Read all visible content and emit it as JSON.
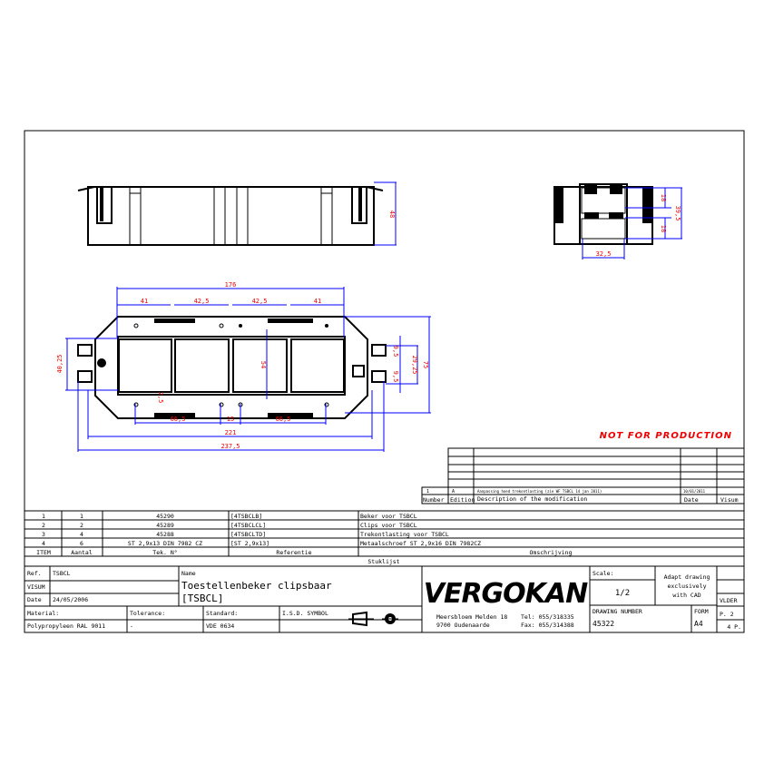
{
  "stamp": "NOT FOR PRODUCTION",
  "colors": {
    "dimension_line": "#0000ff",
    "dimension_text": "#ee0000",
    "stamp": "#ee0000",
    "outline": "#000000"
  },
  "dimensions": {
    "side_height": "48",
    "end_h1": "18",
    "end_h2": "18",
    "end_total": "39,5",
    "end_width": "32,5",
    "total_176": "176",
    "w41a": "41",
    "w42a": "42,5",
    "w42b": "42,5",
    "w41b": "41",
    "h54": "54",
    "h2_5": "2,5",
    "p66a": "66,5",
    "p15": "15",
    "p66b": "66,5",
    "l221": "221",
    "l237": "237,5",
    "left_h": "40,25",
    "r9a": "9,5",
    "r29": "29,25",
    "r9b": "9,5",
    "h75": "75"
  },
  "revisions": {
    "rows": [
      {
        "number": "1",
        "edition": "A",
        "description": "Aanpassing hoed trekontlasting (zie WF TSBCL 14 jan 2011)",
        "date": "10/01/2011",
        "visum": ""
      }
    ],
    "headers": {
      "number": "Number",
      "edition": "Edition",
      "description": "Description of the modification",
      "date": "Date",
      "visum": "Visum"
    }
  },
  "parts_list": {
    "rows": [
      {
        "item": "1",
        "aantal": "1",
        "tek": "45290",
        "referentie": "[4TSBCLB]",
        "omschrijving": "Beker voor TSBCL"
      },
      {
        "item": "2",
        "aantal": "2",
        "tek": "45289",
        "referentie": "[4TSBCLCL]",
        "omschrijving": "Clips voor TSBCL"
      },
      {
        "item": "3",
        "aantal": "4",
        "tek": "45288",
        "referentie": "[4TSBCLTD]",
        "omschrijving": "Trekontlasting voor TSBCL"
      },
      {
        "item": "4",
        "aantal": "6",
        "tek": "ST 2,9x13 DIN 7982 CZ",
        "referentie": "[ST 2,9x13]",
        "omschrijving": "Metaalschroef ST 2,9x16 DIN 7982CZ"
      }
    ],
    "headers": {
      "item": "ITEM",
      "aantal": "Aantal",
      "tek": "Tek. N°",
      "referentie": "Referentie",
      "omschrijving": "Omschrijving"
    },
    "caption": "Stuklijst"
  },
  "title_block": {
    "ref_label": "Ref.",
    "ref": "TSBCL",
    "visum_label": "VISUM",
    "date_label": "Date",
    "date": "24/05/2006",
    "name_label": "Name",
    "name_line1": "Toestellenbeker clipsbaar",
    "name_line2": "[TSBCL]",
    "material_label": "Material:",
    "material": "Polypropyleen RAL 9011",
    "tolerance_label": "Tolerance:",
    "tolerance": "-",
    "standard_label": "Standard:",
    "standard": "VDE 0634",
    "isd_label": "I.S.D. SYMBOL",
    "company": "VERGOKAN",
    "address1": "Meersbloem Melden 18",
    "address2": "9700 Oudenaarde",
    "tel": "Tel: 055/318335",
    "fax": "Fax: 055/314388",
    "scale_label": "Scale:",
    "scale": "1/2",
    "note": [
      "Adapt drawing",
      "exclusively",
      "with CAD"
    ],
    "drawing_number_label": "DRAWING NUMBER",
    "drawing_number": "45322",
    "form_label": "FORM",
    "form": "A4",
    "vlder_label": "VLDER",
    "page": "P. 2",
    "pages": "4 P."
  }
}
